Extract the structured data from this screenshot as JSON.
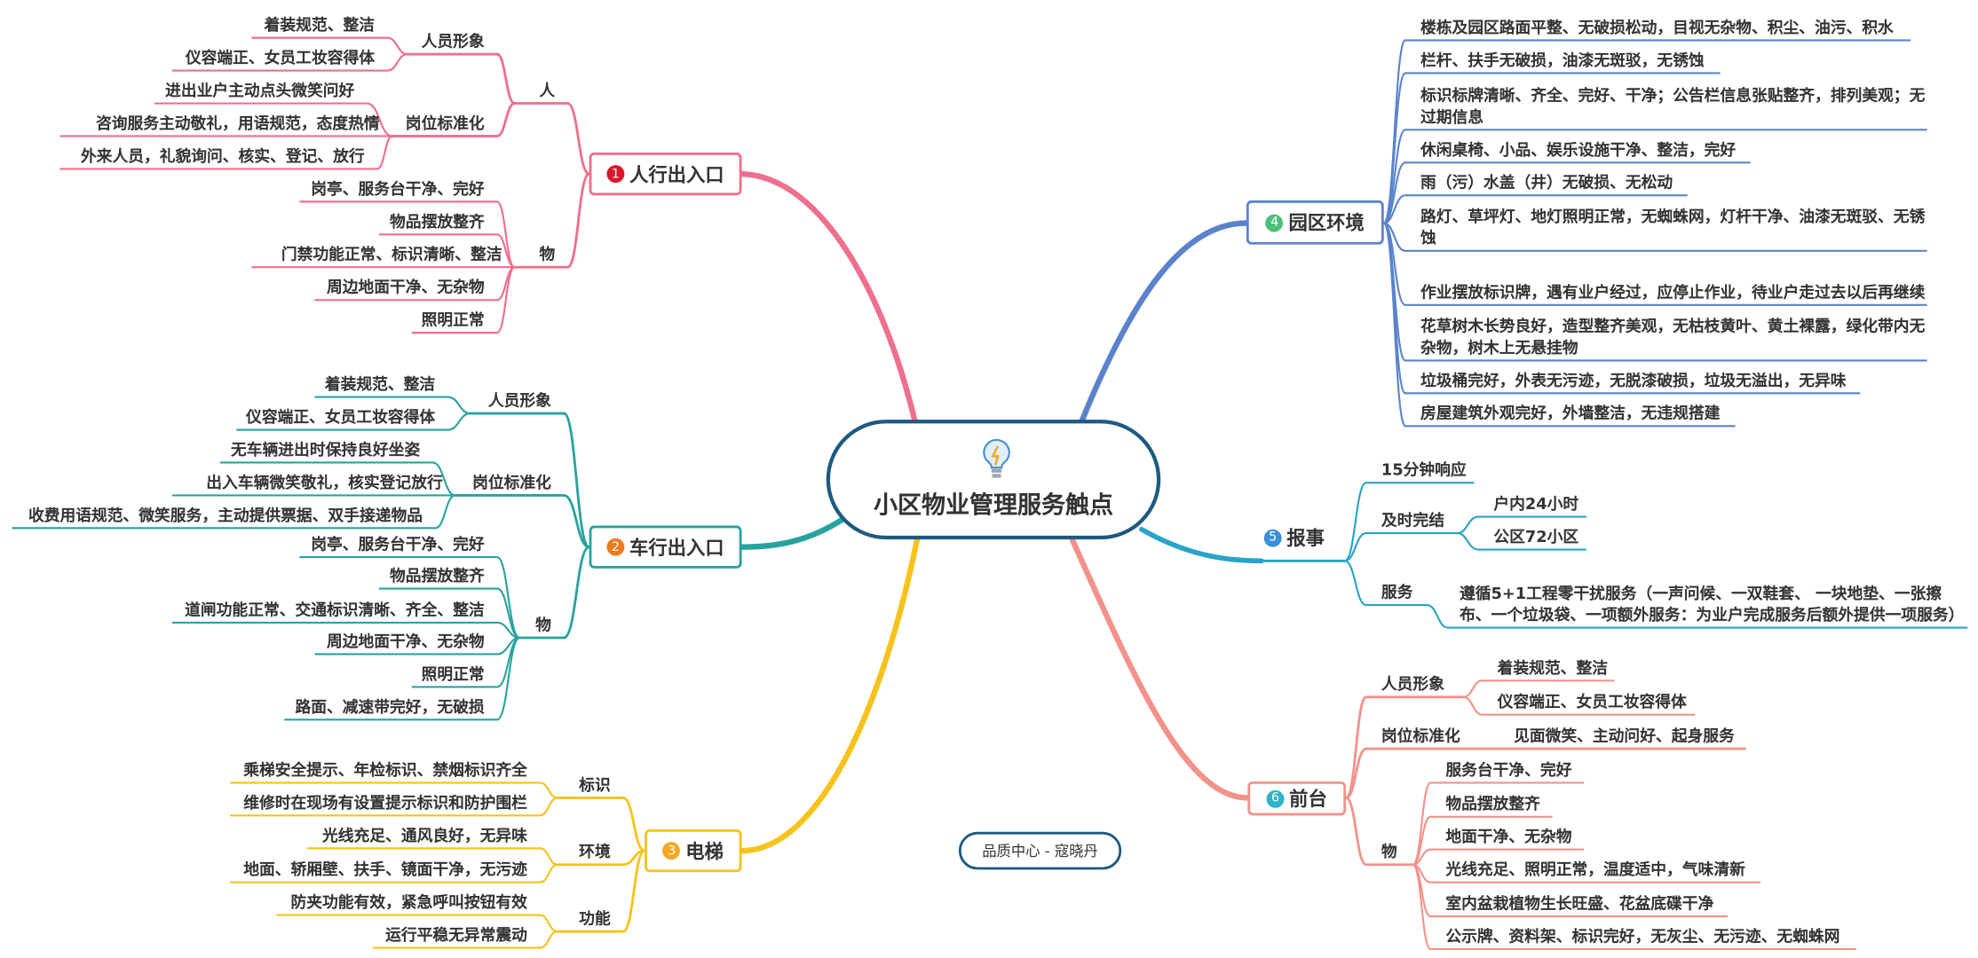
{
  "title": "小区物业管理服务触点",
  "footer_label": "品质中心 - 寇晓丹",
  "branches": [
    {
      "number": "1",
      "label": "人行出入口",
      "color": "#ef6f8e",
      "badge_color": "#d9182a",
      "children": [
        {
          "label": "人",
          "children": [
            {
              "label": "人员形象",
              "children": [
                {
                  "label": "着装规范、整洁"
                },
                {
                  "label": "仪容端正、女员工妆容得体"
                }
              ]
            },
            {
              "label": "岗位标准化",
              "children": [
                {
                  "label": "进出业户主动点头微笑问好"
                },
                {
                  "label": "咨询服务主动敬礼，用语规范，态度热情"
                },
                {
                  "label": "外来人员，礼貌询问、核实、登记、放行"
                }
              ]
            }
          ]
        },
        {
          "label": "物",
          "children": [
            {
              "label": "岗亭、服务台干净、完好"
            },
            {
              "label": "物品摆放整齐"
            },
            {
              "label": "门禁功能正常、标识清晰、整洁"
            },
            {
              "label": "周边地面干净、无杂物"
            },
            {
              "label": "照明正常"
            }
          ]
        }
      ]
    },
    {
      "number": "2",
      "label": "车行出入口",
      "color": "#28a39e",
      "badge_color": "#f07a22",
      "children": [
        {
          "label": "人员形象",
          "children": [
            {
              "label": "着装规范、整洁"
            },
            {
              "label": "仪容端正、女员工妆容得体"
            }
          ]
        },
        {
          "label": "岗位标准化",
          "children": [
            {
              "label": "无车辆进出时保持良好坐姿"
            },
            {
              "label": "出入车辆微笑敬礼，核实登记放行"
            },
            {
              "label": "收费用语规范、微笑服务，主动提供票据、双手接递物品"
            }
          ]
        },
        {
          "label": "物",
          "children": [
            {
              "label": "岗亭、服务台干净、完好"
            },
            {
              "label": "物品摆放整齐"
            },
            {
              "label": "道闸功能正常、交通标识清晰、齐全、整洁"
            },
            {
              "label": "周边地面干净、无杂物"
            },
            {
              "label": "照明正常"
            },
            {
              "label": "路面、减速带完好，无破损"
            }
          ]
        }
      ]
    },
    {
      "number": "3",
      "label": "电梯",
      "color": "#f7c21b",
      "badge_color": "#f5a623",
      "children": [
        {
          "label": "标识",
          "children": [
            {
              "label": "乘梯安全提示、年检标识、禁烟标识齐全"
            },
            {
              "label": "维修时在现场有设置提示标识和防护围栏"
            }
          ]
        },
        {
          "label": "环境",
          "children": [
            {
              "label": "光线充足、通风良好，无异味"
            },
            {
              "label": "地面、轿厢壁、扶手、镜面干净，无污迹"
            }
          ]
        },
        {
          "label": "功能",
          "children": [
            {
              "label": "防夹功能有效，紧急呼叫按钮有效"
            },
            {
              "label": "运行平稳无异常震动"
            }
          ]
        }
      ]
    },
    {
      "number": "4",
      "label": "园区环境",
      "color": "#5b83cc",
      "badge_color": "#4cbf7a",
      "children": [
        {
          "label": "楼栋及园区路面平整、无破损松动，目视无杂物、积尘、油污、积水"
        },
        {
          "label": "栏杆、扶手无破损，油漆无斑驳，无锈蚀"
        },
        {
          "label": "标识标牌清晰、齐全、完好、干净；公告栏信息张贴整齐，排列美观；无过期信息"
        },
        {
          "label": "休闲桌椅、小品、娱乐设施干净、整洁，完好"
        },
        {
          "label": "雨（污）水盖（井）无破损、无松动"
        },
        {
          "label": "路灯、草坪灯、地灯照明正常，无蜘蛛网，灯杆干净、油漆无斑驳、无锈蚀"
        },
        {
          "label": "作业摆放标识牌，遇有业户经过，应停止作业，待业户走过去以后再继续"
        },
        {
          "label": "花草树木长势良好，造型整齐美观，无枯枝黄叶、黄土裸露，绿化带内无杂物，树木上无悬挂物"
        },
        {
          "label": "垃圾桶完好，外表无污迹，无脱漆破损，垃圾无溢出，无异味"
        },
        {
          "label": "房屋建筑外观完好，外墙整洁，无违规搭建"
        }
      ]
    },
    {
      "number": "5",
      "label": "报事",
      "color": "#29a3c9",
      "badge_color": "#3a8fd9",
      "children": [
        {
          "label": "15分钟响应"
        },
        {
          "label": "及时完结",
          "children": [
            {
              "label": "户内24小时"
            },
            {
              "label": "公区72小区"
            }
          ]
        },
        {
          "label": "服务",
          "children": [
            {
              "label": "遵循5+1工程零干扰服务（一声问候、一双鞋套、 一块地垫、一张擦布、一个垃圾袋、一项额外服务：为业户完成服务后额外提供一项服务）"
            }
          ]
        }
      ]
    },
    {
      "number": "6",
      "label": "前台",
      "color": "#f2928a",
      "badge_color": "#2bb5c9",
      "children": [
        {
          "label": "人员形象",
          "children": [
            {
              "label": "着装规范、整洁"
            },
            {
              "label": "仪容端正、女员工妆容得体"
            }
          ]
        },
        {
          "label": "岗位标准化",
          "children": [
            {
              "label": "见面微笑、主动问好、起身服务"
            }
          ]
        },
        {
          "label": "物",
          "children": [
            {
              "label": "服务台干净、完好"
            },
            {
              "label": "物品摆放整齐"
            },
            {
              "label": "地面干净、无杂物"
            },
            {
              "label": "光线充足、照明正常，温度适中，气味清新"
            },
            {
              "label": "室内盆栽植物生长旺盛、花盆底碟干净"
            },
            {
              "label": "公示牌、资料架、标识完好，无灰尘、无污迹、无蜘蛛网"
            }
          ]
        }
      ]
    }
  ]
}
